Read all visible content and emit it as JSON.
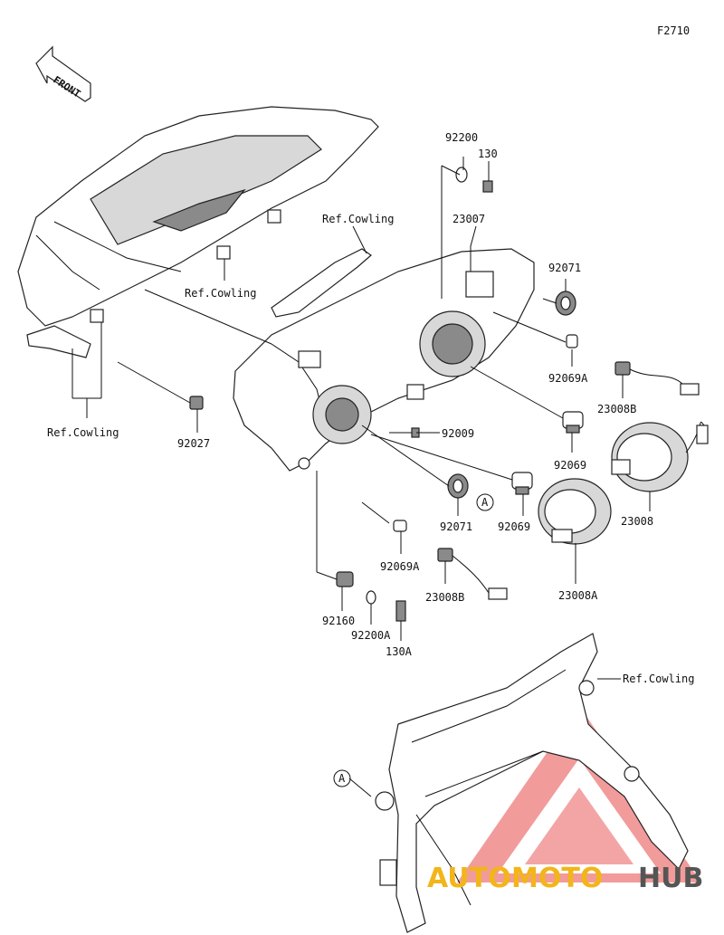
{
  "figure_code": "F2710",
  "front_label": "FRONT",
  "callout_letter": "A",
  "part_labels": {
    "p92200": "92200",
    "p130": "130",
    "p23007": "23007",
    "p92071_top": "92071",
    "p92069A_right": "92069A",
    "p23008B_right": "23008B",
    "p92009": "92009",
    "p92069_right": "92069",
    "p92027": "92027",
    "p92071_mid": "92071",
    "p92069_mid": "92069",
    "p23008": "23008",
    "p92069A_low": "92069A",
    "p23008B_low": "23008B",
    "p23008A": "23008A",
    "p92160": "92160",
    "p92200A": "92200A",
    "p130A": "130A"
  },
  "ref_labels": {
    "cowling_top": "Ref.Cowling",
    "cowling_left_mid": "Ref.Cowling",
    "cowling_left_low": "Ref.Cowling",
    "cowling_frame": "Ref.Cowling"
  },
  "watermark": {
    "part1": "AUTO",
    "part2": "MOTO",
    "part3": "HUB",
    "colors": {
      "auto": "#f2b51a",
      "moto": "#f2b51a",
      "hub": "#555555",
      "triangle": "#e84a4a"
    }
  }
}
